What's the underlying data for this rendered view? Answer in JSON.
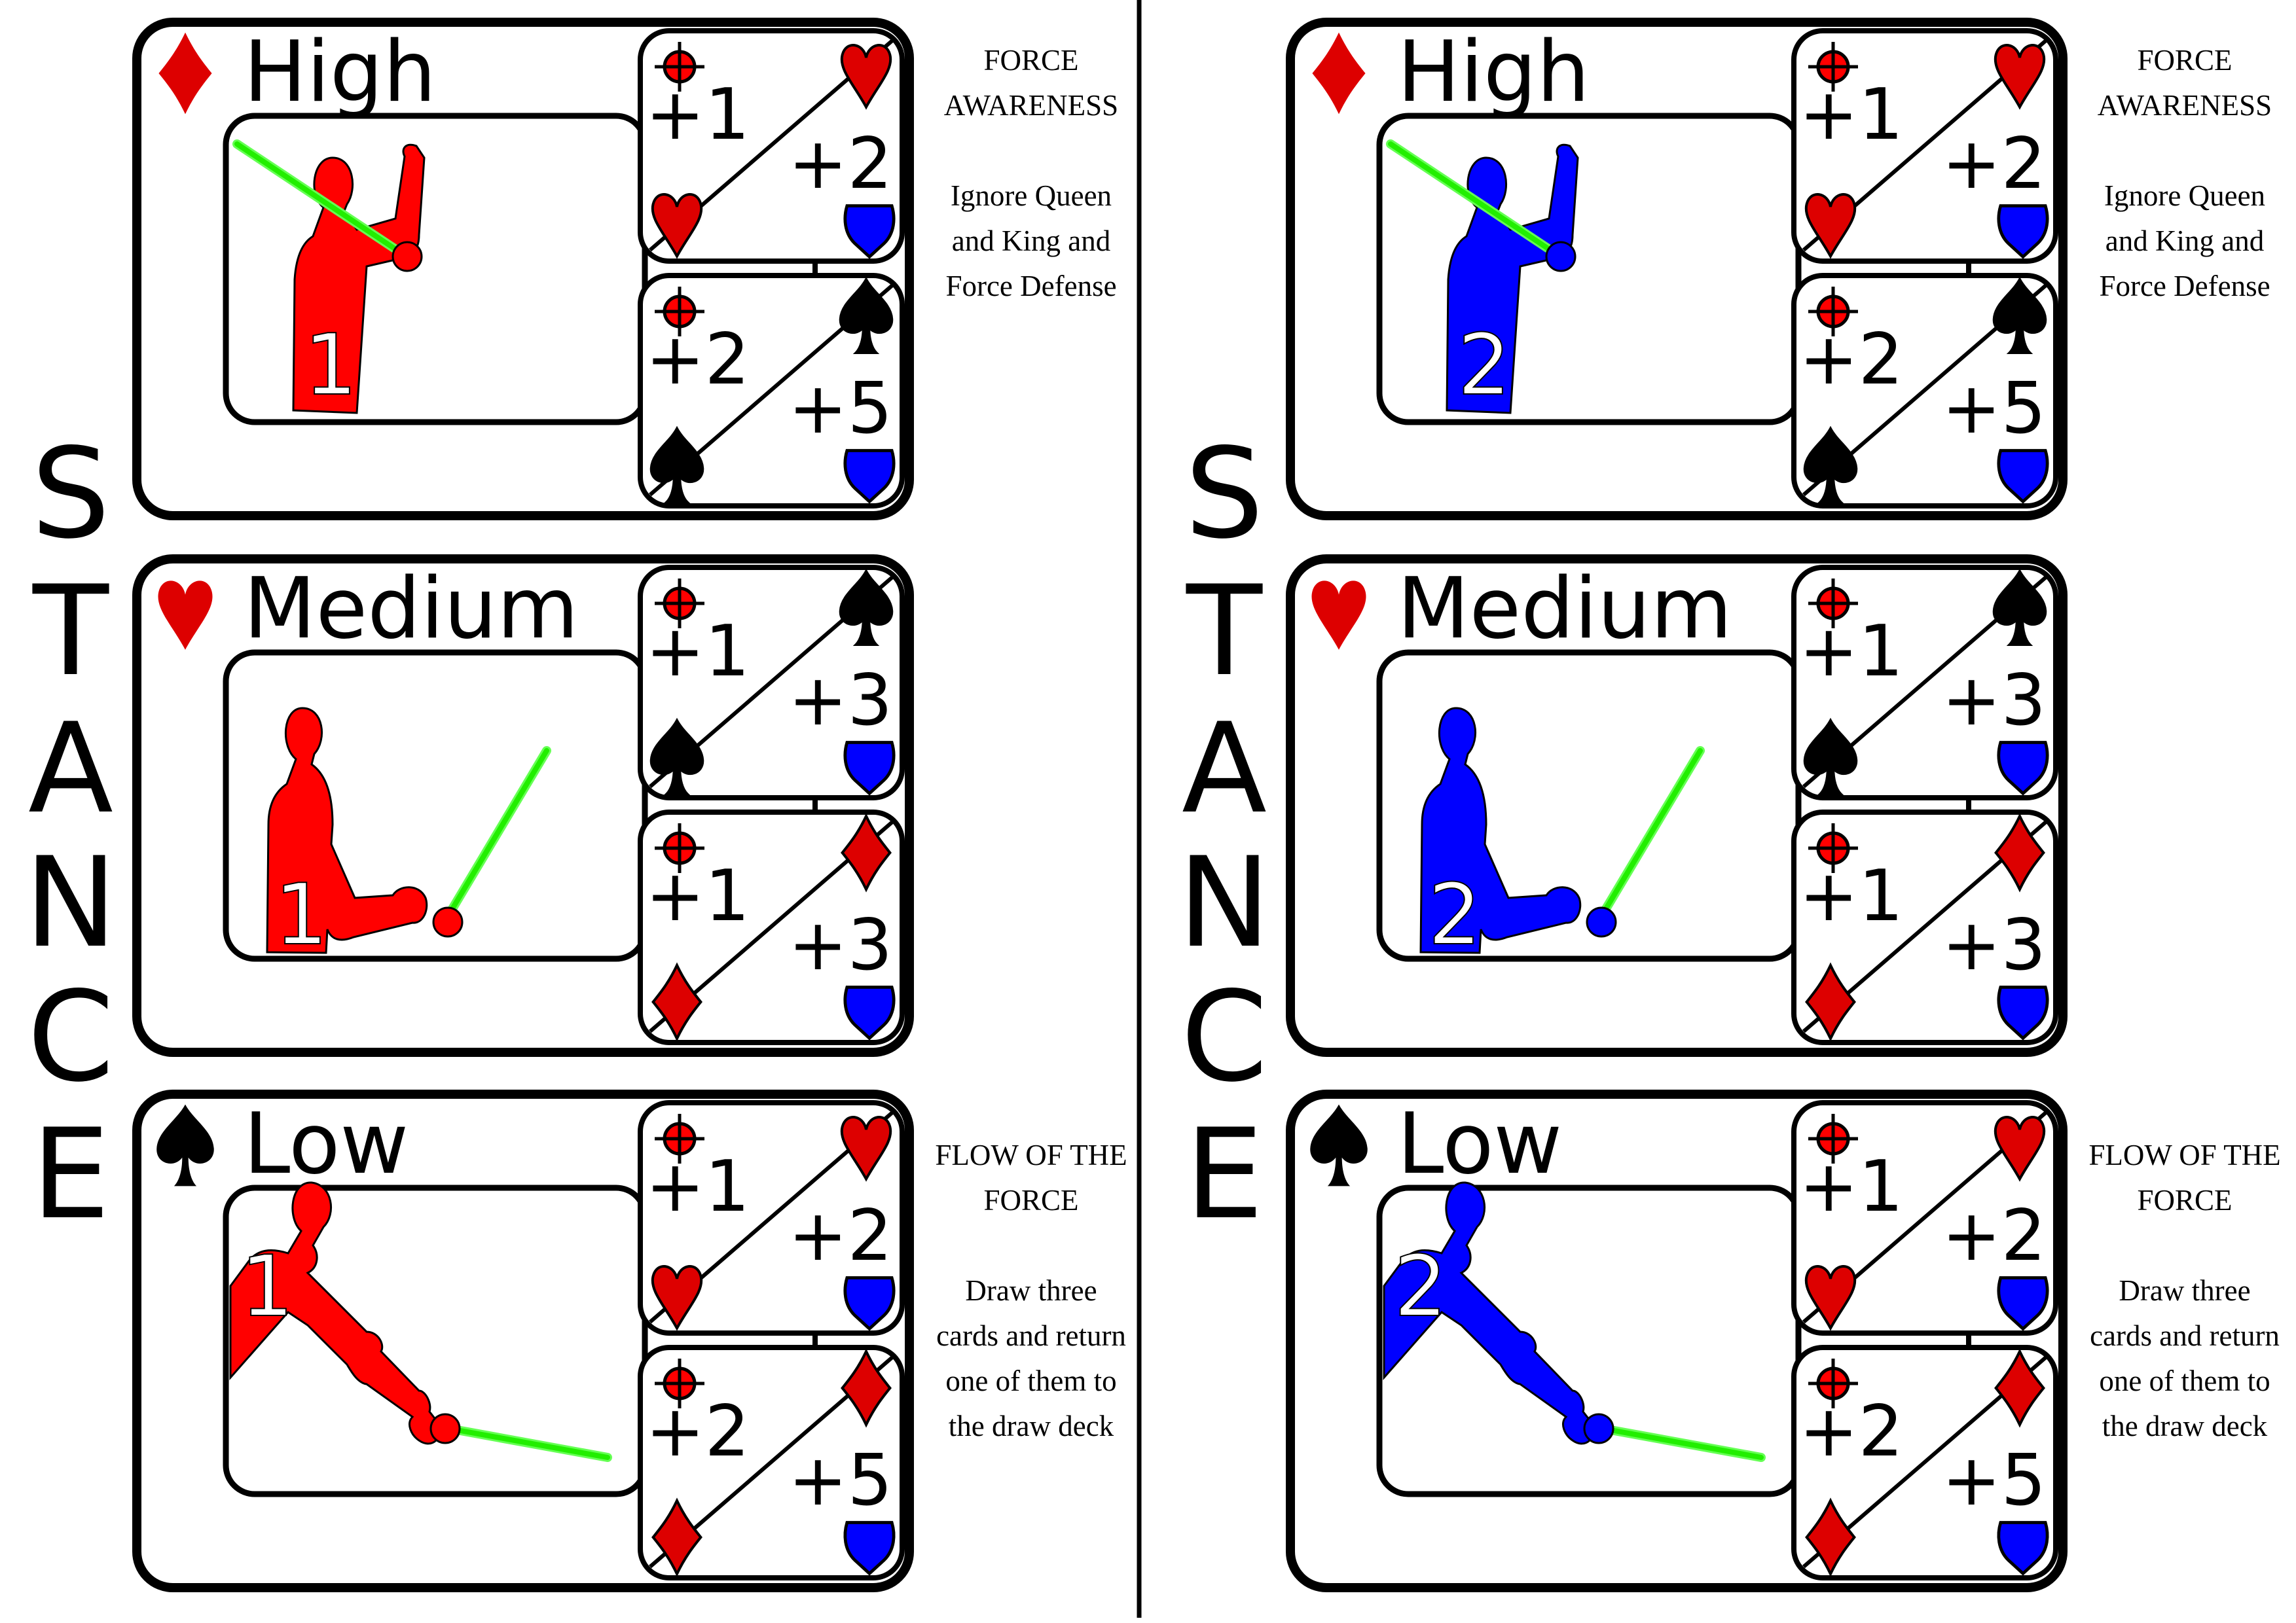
{
  "colors": {
    "player1": "#ff0000",
    "player2": "#0000ff",
    "suit_red": "#dd0000",
    "saber": "#22ee00",
    "shield": "#0000ff",
    "target": "#ff0000",
    "ink": "#000000"
  },
  "sheets": [
    {
      "side": "left",
      "title_letters": [
        "S",
        "T",
        "A",
        "N",
        "C",
        "E"
      ],
      "player_number": "1",
      "player_color_key": "player1",
      "stances": [
        {
          "name": "High",
          "suit_icon": "diamond-icon",
          "pose": "high",
          "abilities": {
            "title_lines": [
              "FORCE",
              "AWARENESS"
            ],
            "body_lines": [
              "Ignore Queen",
              "and King and",
              "Force Defense"
            ]
          },
          "attacks": [
            {
              "suit_icon": "heart-icon",
              "accuracy": "+1",
              "damage": "+2"
            },
            {
              "suit_icon": "spade-icon",
              "accuracy": "+2",
              "damage": "+5"
            }
          ]
        },
        {
          "name": "Medium",
          "suit_icon": "heart-icon",
          "pose": "medium",
          "abilities": null,
          "attacks": [
            {
              "suit_icon": "spade-icon",
              "accuracy": "+1",
              "damage": "+3"
            },
            {
              "suit_icon": "diamond-icon",
              "accuracy": "+1",
              "damage": "+3"
            }
          ]
        },
        {
          "name": "Low",
          "suit_icon": "spade-icon",
          "pose": "low",
          "abilities": {
            "title_lines": [
              "FLOW OF THE",
              "FORCE"
            ],
            "body_lines": [
              "Draw three",
              "cards and return",
              "one of them to",
              "the draw deck"
            ]
          },
          "attacks": [
            {
              "suit_icon": "heart-icon",
              "accuracy": "+1",
              "damage": "+2"
            },
            {
              "suit_icon": "diamond-icon",
              "accuracy": "+2",
              "damage": "+5"
            }
          ]
        }
      ]
    },
    {
      "side": "right",
      "title_letters": [
        "S",
        "T",
        "A",
        "N",
        "C",
        "E"
      ],
      "player_number": "2",
      "player_color_key": "player2",
      "stances": [
        {
          "name": "High",
          "suit_icon": "diamond-icon",
          "pose": "high",
          "abilities": {
            "title_lines": [
              "FORCE",
              "AWARENESS"
            ],
            "body_lines": [
              "Ignore Queen",
              "and King and",
              "Force Defense"
            ]
          },
          "attacks": [
            {
              "suit_icon": "heart-icon",
              "accuracy": "+1",
              "damage": "+2"
            },
            {
              "suit_icon": "spade-icon",
              "accuracy": "+2",
              "damage": "+5"
            }
          ]
        },
        {
          "name": "Medium",
          "suit_icon": "heart-icon",
          "pose": "medium",
          "abilities": null,
          "attacks": [
            {
              "suit_icon": "spade-icon",
              "accuracy": "+1",
              "damage": "+3"
            },
            {
              "suit_icon": "diamond-icon",
              "accuracy": "+1",
              "damage": "+3"
            }
          ]
        },
        {
          "name": "Low",
          "suit_icon": "spade-icon",
          "pose": "low",
          "abilities": {
            "title_lines": [
              "FLOW OF THE",
              "FORCE"
            ],
            "body_lines": [
              "Draw three",
              "cards and return",
              "one of them to",
              "the draw deck"
            ]
          },
          "attacks": [
            {
              "suit_icon": "heart-icon",
              "accuracy": "+1",
              "damage": "+2"
            },
            {
              "suit_icon": "diamond-icon",
              "accuracy": "+2",
              "damage": "+5"
            }
          ]
        }
      ]
    }
  ]
}
